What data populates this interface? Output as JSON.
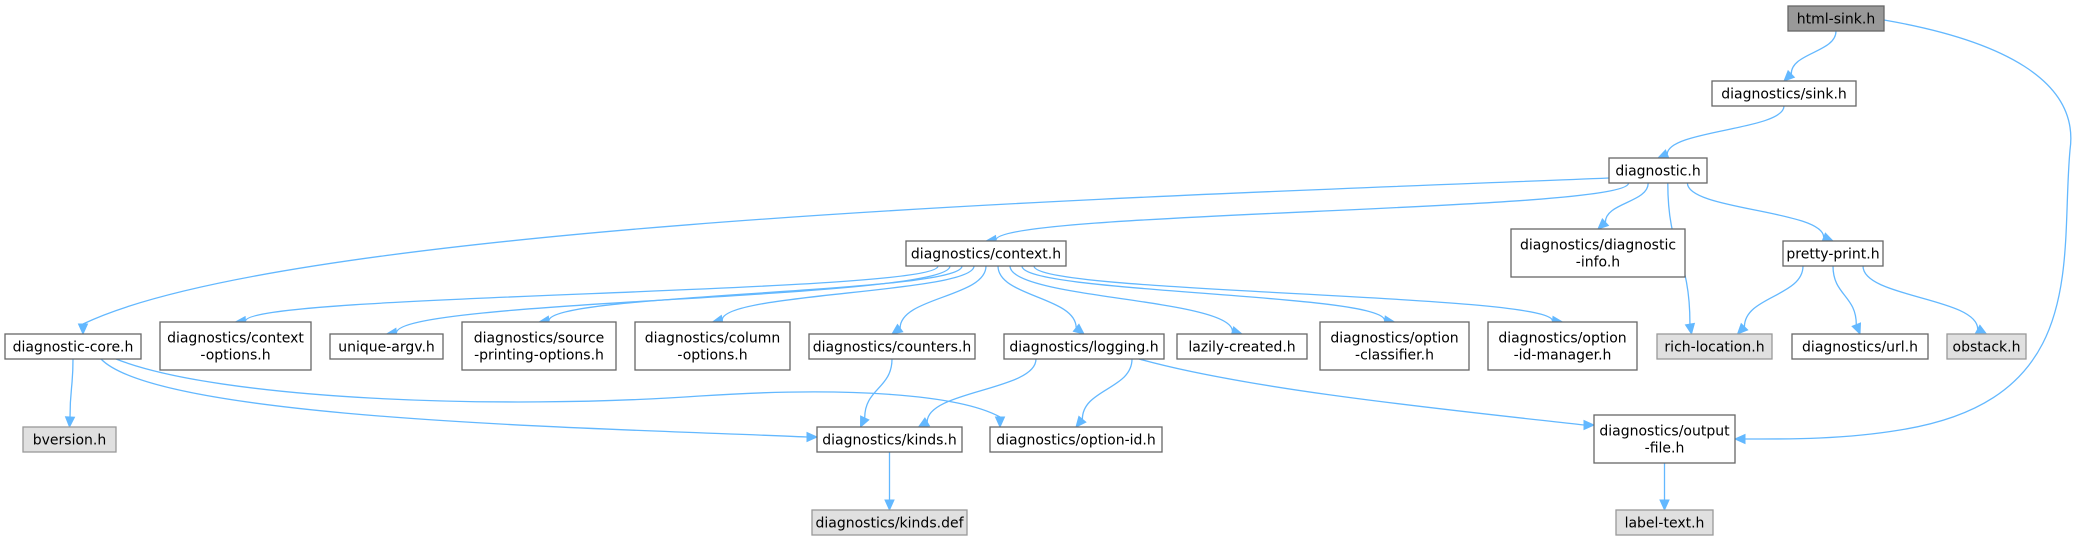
{
  "colors": {
    "edge": "#63b8ff",
    "node_border": "#666666",
    "gray_fill": "#e0e0e0",
    "root_fill": "#999999"
  },
  "nodes": {
    "html_sink": {
      "lines": [
        "html-sink.h"
      ],
      "style": "root"
    },
    "diag_sink": {
      "lines": [
        "diagnostics/sink.h"
      ],
      "style": "file"
    },
    "diagnostic": {
      "lines": [
        "diagnostic.h"
      ],
      "style": "file"
    },
    "context": {
      "lines": [
        "diagnostics/context.h"
      ],
      "style": "file"
    },
    "diag_info": {
      "lines": [
        "diagnostics/diagnostic",
        "-info.h"
      ],
      "style": "file"
    },
    "pretty_print": {
      "lines": [
        "pretty-print.h"
      ],
      "style": "file"
    },
    "diag_core": {
      "lines": [
        "diagnostic-core.h"
      ],
      "style": "file"
    },
    "ctx_options": {
      "lines": [
        "diagnostics/context",
        "-options.h"
      ],
      "style": "file"
    },
    "unique_argv": {
      "lines": [
        "unique-argv.h"
      ],
      "style": "file"
    },
    "src_print": {
      "lines": [
        "diagnostics/source",
        "-printing-options.h"
      ],
      "style": "file"
    },
    "col_options": {
      "lines": [
        "diagnostics/column",
        "-options.h"
      ],
      "style": "file"
    },
    "counters": {
      "lines": [
        "diagnostics/counters.h"
      ],
      "style": "file"
    },
    "logging": {
      "lines": [
        "diagnostics/logging.h"
      ],
      "style": "file"
    },
    "lazily": {
      "lines": [
        "lazily-created.h"
      ],
      "style": "file"
    },
    "opt_classifier": {
      "lines": [
        "diagnostics/option",
        "-classifier.h"
      ],
      "style": "file"
    },
    "opt_idmgr": {
      "lines": [
        "diagnostics/option",
        "-id-manager.h"
      ],
      "style": "file"
    },
    "rich_location": {
      "lines": [
        "rich-location.h"
      ],
      "style": "gray"
    },
    "diag_url": {
      "lines": [
        "diagnostics/url.h"
      ],
      "style": "file"
    },
    "obstack": {
      "lines": [
        "obstack.h"
      ],
      "style": "gray"
    },
    "bversion": {
      "lines": [
        "bversion.h"
      ],
      "style": "gray"
    },
    "kinds": {
      "lines": [
        "diagnostics/kinds.h"
      ],
      "style": "file"
    },
    "option_id": {
      "lines": [
        "diagnostics/option-id.h"
      ],
      "style": "file"
    },
    "output_file": {
      "lines": [
        "diagnostics/output",
        "-file.h"
      ],
      "style": "file"
    },
    "kinds_def": {
      "lines": [
        "diagnostics/kinds.def"
      ],
      "style": "gray"
    },
    "label_text": {
      "lines": [
        "label-text.h"
      ],
      "style": "gray"
    }
  },
  "edges": [
    [
      "html_sink",
      "diag_sink"
    ],
    [
      "html_sink",
      "output_file"
    ],
    [
      "diag_sink",
      "diagnostic"
    ],
    [
      "diagnostic",
      "diag_core"
    ],
    [
      "diagnostic",
      "context"
    ],
    [
      "diagnostic",
      "diag_info"
    ],
    [
      "diagnostic",
      "rich_location"
    ],
    [
      "diagnostic",
      "pretty_print"
    ],
    [
      "context",
      "ctx_options"
    ],
    [
      "context",
      "unique_argv"
    ],
    [
      "context",
      "src_print"
    ],
    [
      "context",
      "col_options"
    ],
    [
      "context",
      "counters"
    ],
    [
      "context",
      "logging"
    ],
    [
      "context",
      "lazily"
    ],
    [
      "context",
      "opt_classifier"
    ],
    [
      "context",
      "opt_idmgr"
    ],
    [
      "pretty_print",
      "rich_location"
    ],
    [
      "pretty_print",
      "diag_url"
    ],
    [
      "pretty_print",
      "obstack"
    ],
    [
      "diag_core",
      "bversion"
    ],
    [
      "diag_core",
      "kinds"
    ],
    [
      "diag_core",
      "option_id"
    ],
    [
      "counters",
      "kinds"
    ],
    [
      "logging",
      "kinds"
    ],
    [
      "logging",
      "option_id"
    ],
    [
      "logging",
      "output_file"
    ],
    [
      "kinds",
      "kinds_def"
    ],
    [
      "output_file",
      "label_text"
    ]
  ]
}
